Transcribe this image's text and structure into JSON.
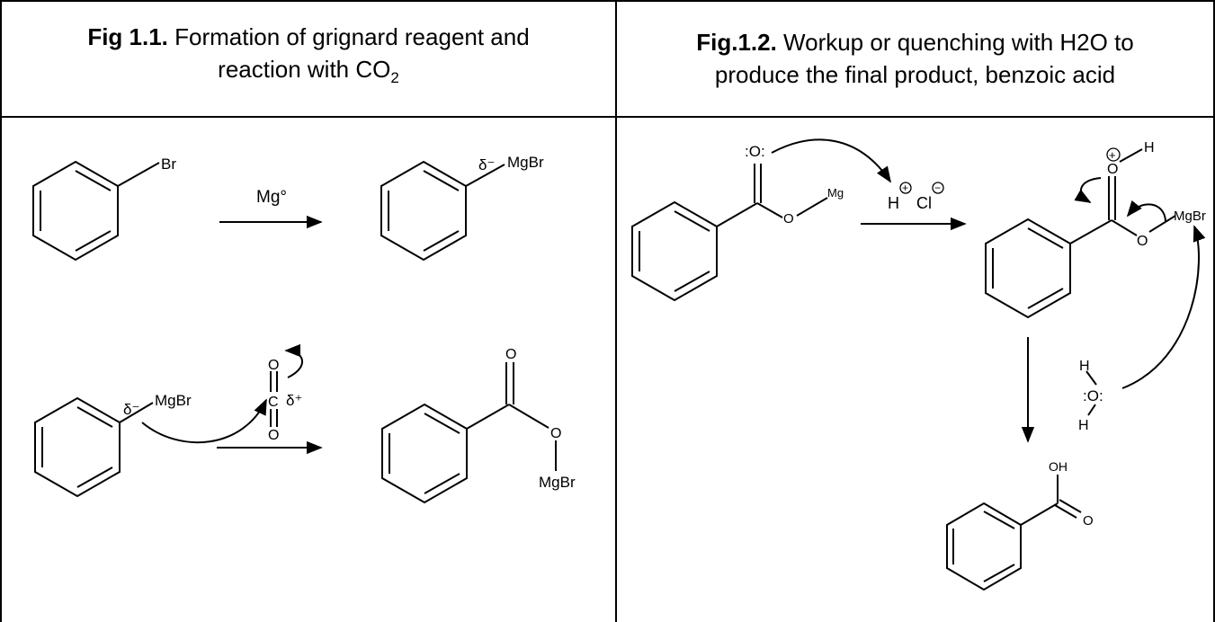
{
  "fig1": {
    "title_bold": "Fig 1.1.",
    "title_rest": " Formation of grignard reagent and",
    "title_line2_prefix": "reaction with CO",
    "title_line2_sub": "2"
  },
  "fig2": {
    "title_bold": "Fig.1.2.",
    "title_rest": " Workup or quenching with H2O to",
    "title_line2": "produce the final product, benzoic acid"
  },
  "labels": {
    "br": "Br",
    "mgbr": "MgBr",
    "mg_reagent": "Mg°",
    "delta_minus": "δ⁻",
    "delta_plus": "δ⁺",
    "o": "O",
    "c": "C",
    "mg": "Mg",
    "oh": "OH",
    "h": "H",
    "h_plus": "H",
    "cl_minus": "Cl",
    "plus_sign": "+",
    "minus_sign": "−",
    "lone_pair_o": ":O:",
    "colon": ":"
  }
}
